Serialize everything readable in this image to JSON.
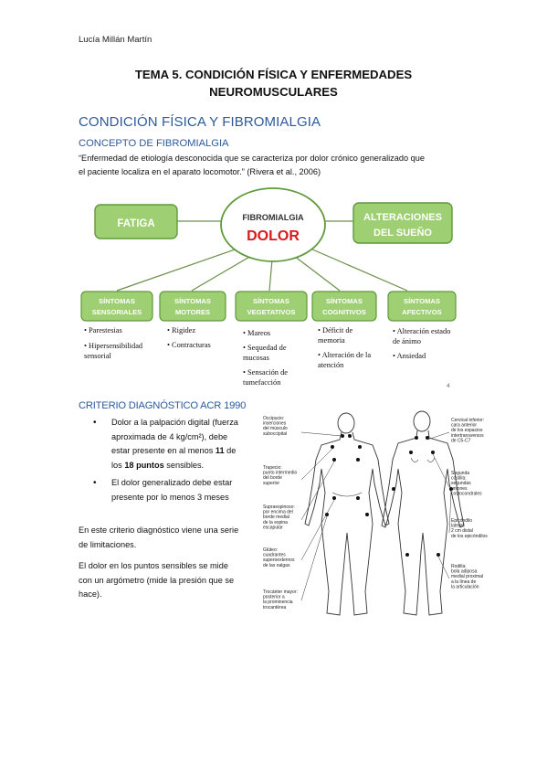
{
  "header": {
    "author": "Lucía Millán Martín"
  },
  "doc_title": {
    "line1": "TEMA 5. CONDICIÓN FÍSICA Y ENFERMEDADES",
    "line2": "NEUROMUSCULARES"
  },
  "section": {
    "heading": "CONDICIÓN FÍSICA Y FIBROMIALGIA"
  },
  "concept": {
    "heading": "CONCEPTO DE FIBROMIALGIA",
    "quote_line1": "“Enfermedad de etiología desconocida que se caracteriza por dolor crónico generalizado que",
    "quote_line2": "el paciente localiza en el aparato locomotor.” (Rivera et al., 2006)"
  },
  "diagram": {
    "center_top": "FIBROMIALGIA",
    "center_main": "DOLOR",
    "left_box": "FATIGA",
    "right_box_line1": "ALTERACIONES",
    "right_box_line2": "DEL SUEÑO",
    "page_number": "4",
    "categories": [
      {
        "l1": "SÍNTOMAS",
        "l2": "SENSORIALES",
        "items": [
          [
            "• Parestesias"
          ],
          [
            "• Hipersensibilidad",
            "sensorial"
          ]
        ]
      },
      {
        "l1": "SÍNTOMAS",
        "l2": "MOTORES",
        "items": [
          [
            "• Rigidez"
          ],
          [
            "• Contracturas"
          ]
        ]
      },
      {
        "l1": "SÍNTOMAS",
        "l2": "VEGETATIVOS",
        "items": [
          [
            "• Mareos"
          ],
          [
            "• Sequedad de",
            "mucosas"
          ],
          [
            "• Sensación de",
            "tumefacción"
          ]
        ]
      },
      {
        "l1": "SÍNTOMAS",
        "l2": "COGNITIVOS",
        "items": [
          [
            "• Déficit de",
            "memoria"
          ],
          [
            "• Alteración de la",
            "atención"
          ]
        ]
      },
      {
        "l1": "SÍNTOMAS",
        "l2": "AFECTIVOS",
        "items": [
          [
            "• Alteración estado",
            "de ánimo"
          ],
          [
            "• Ansiedad"
          ]
        ]
      }
    ]
  },
  "criteria": {
    "heading": "CRITERIO DIAGNÓSTICO ACR 1990",
    "b1_l1": "Dolor a la palpación digital (fuerza",
    "b1_l2": "aproximada de 4 kg/cm²), debe",
    "b1_l3_pre": "estar presente en al menos ",
    "b1_l3_bold": "11",
    "b1_l3_post": " de",
    "b1_l4_pre": "los ",
    "b1_l4_bold": "18 puntos",
    "b1_l4_post": " sensibles.",
    "b2_l1": "El dolor generalizado debe estar",
    "b2_l2": "presente por lo menos 3 meses",
    "p1_l1": "En este criterio diagnóstico viene una serie",
    "p1_l2": "de limitaciones.",
    "p2_l1": "El dolor en los puntos sensibles se mide",
    "p2_l2": "con un argómetro (mide la presión que se",
    "p2_l3": "hace)."
  },
  "figure": {
    "labels_left": [
      [
        "Occipucio:",
        "inserciones",
        "del músculo",
        "suboccipital"
      ],
      [
        "Trapecio:",
        "punto intermedio",
        "del borde",
        "superior"
      ],
      [
        "Supraespinoso:",
        "por encima del",
        "borde medial",
        "de la espina",
        "escapular"
      ],
      [
        "Glúteo:",
        "cuadrantes",
        "superoexternos",
        "de las nalgas"
      ],
      [
        "Trocánter mayor:",
        "posterior a",
        "la prominencia",
        "trocantérea"
      ]
    ],
    "labels_right": [
      [
        "Cervical inferior:",
        "cara anterior",
        "de los espacios",
        "intertransversos",
        "de C5-C7"
      ],
      [
        "Segunda",
        "costilla:",
        "segundas",
        "uniones",
        "costocondrales"
      ],
      [
        "Epicóndilo",
        "lateral:",
        "2 cm distal",
        "de los epicóndilos"
      ],
      [
        "Rodilla:",
        "bola adiposa",
        "medial proximal",
        "a la línea de",
        "la articulación"
      ]
    ]
  },
  "colors": {
    "heading_blue": "#2e5a9a",
    "green_fill": "#9ecf72",
    "green_border": "#5f9a3a",
    "dolor_red": "#d7191c"
  }
}
